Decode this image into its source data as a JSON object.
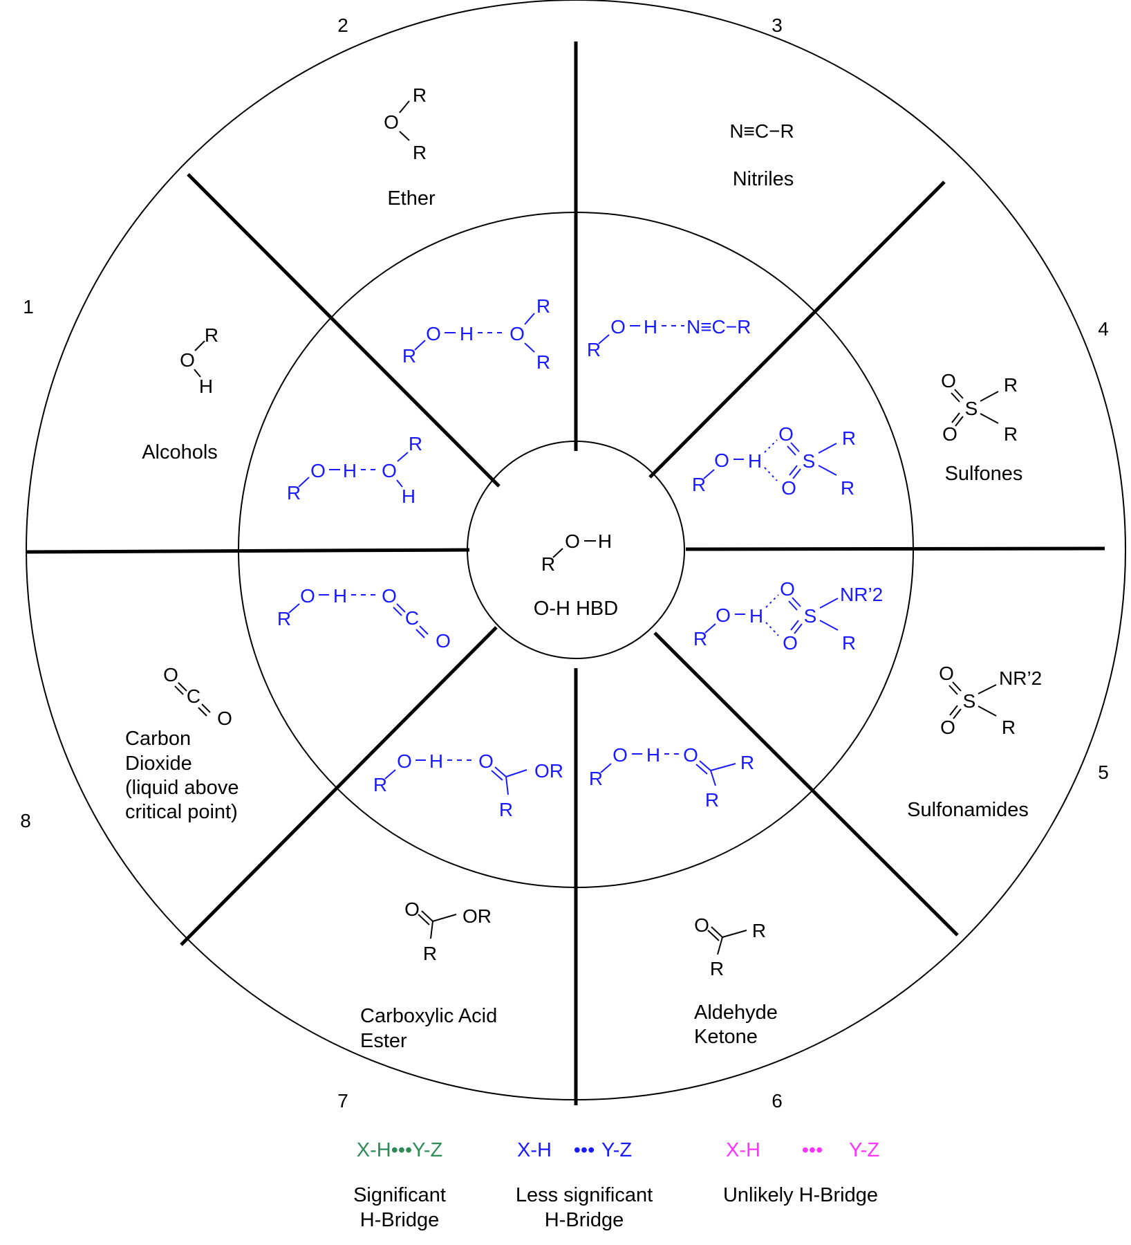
{
  "sector_numbers": [
    "1",
    "2",
    "3",
    "4",
    "5",
    "6",
    "7",
    "8"
  ],
  "center": {
    "formula_atoms": [
      "R",
      "O",
      "H"
    ],
    "label": "O-H HBD"
  },
  "acceptors": [
    {
      "number": "1",
      "label": "Alcohols",
      "atoms": [
        "O",
        "R",
        "H"
      ]
    },
    {
      "number": "2",
      "label": "Ether",
      "atoms": [
        "O",
        "R",
        "R"
      ]
    },
    {
      "number": "3",
      "label": "Nitriles",
      "formula": "N≡C−R"
    },
    {
      "number": "4",
      "label": "Sulfones",
      "atoms": [
        "O",
        "S",
        "O",
        "R",
        "R"
      ]
    },
    {
      "number": "5",
      "label": "Sulfonamides",
      "atoms": [
        "O",
        "S",
        "O",
        "NR’2",
        "R"
      ]
    },
    {
      "number": "6",
      "label_lines": [
        "Aldehyde",
        "Ketone"
      ],
      "atoms": [
        "O",
        "R",
        "R"
      ]
    },
    {
      "number": "7",
      "label_lines": [
        "Carboxylic Acid",
        "Ester"
      ],
      "atoms": [
        "O",
        "OR",
        "R"
      ]
    },
    {
      "number": "8",
      "label_lines": [
        "Carbon",
        "Dioxide",
        "(liquid above",
        "critical point)"
      ],
      "atoms": [
        "O",
        "C",
        "O"
      ]
    }
  ],
  "interactions": {
    "alcohol": [
      "R",
      "O",
      "H",
      "O",
      "R",
      "H"
    ],
    "ether": [
      "R",
      "O",
      "H",
      "O",
      "R",
      "R"
    ],
    "nitrile": [
      "R",
      "O",
      "H",
      "N≡C−R"
    ],
    "sulfone": [
      "R",
      "O",
      "H",
      "O",
      "S",
      "O",
      "R",
      "R"
    ],
    "sulfonamide": [
      "R",
      "O",
      "H",
      "O",
      "S",
      "O",
      "NR’2",
      "R"
    ],
    "carbonyl": [
      "R",
      "O",
      "H",
      "O",
      "R",
      "R"
    ],
    "ester": [
      "R",
      "O",
      "H",
      "O",
      "OR",
      "R"
    ],
    "co2": [
      "R",
      "O",
      "H",
      "O",
      "C",
      "O"
    ]
  },
  "legend": [
    {
      "formula_left": "X-H",
      "dots": "•••",
      "formula_right": "Y-Z",
      "label_lines": [
        "Significant",
        "H-Bridge"
      ],
      "color": "#2e8b57"
    },
    {
      "formula_left": "X-H",
      "dots": "•••",
      "formula_right": "Y-Z",
      "label_lines": [
        "Less significant",
        "H-Bridge"
      ],
      "color": "#1a1aff"
    },
    {
      "formula_left": "X-H",
      "dots": "•••",
      "formula_right": "Y-Z",
      "label_lines": [
        "Unlikely H-Bridge"
      ],
      "color": "#ff33ff"
    }
  ],
  "colors": {
    "outline": "#000000",
    "interaction": "#1a1aff"
  }
}
